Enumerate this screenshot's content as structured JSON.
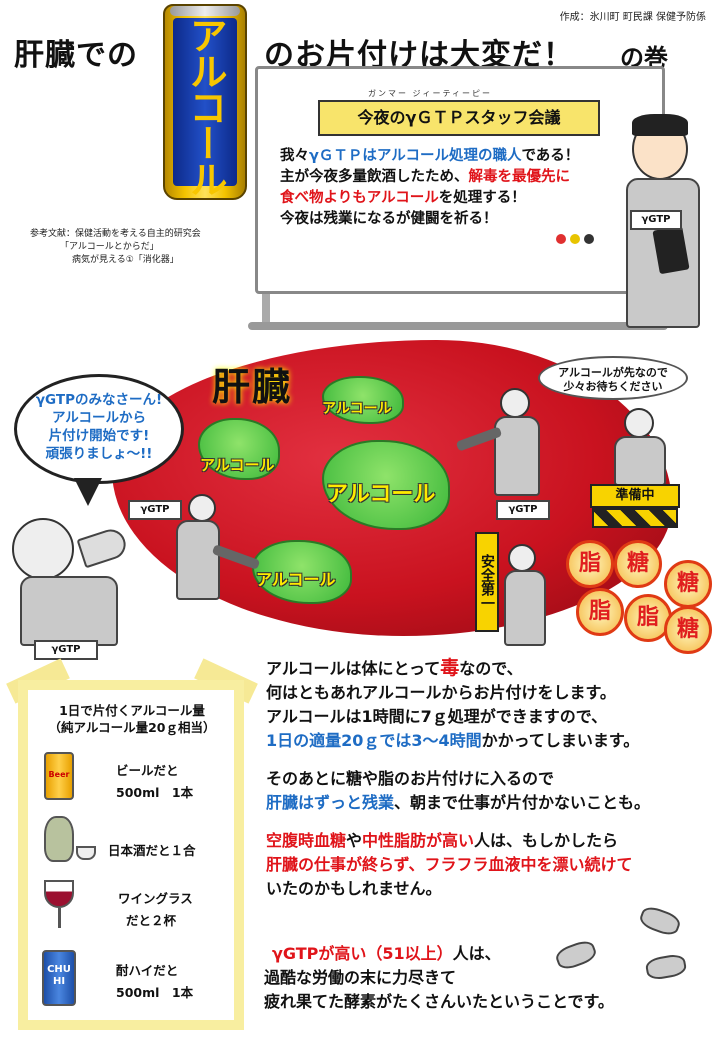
{
  "header": {
    "credit": "作成：氷川町 町民課 保健予防係",
    "title_part1": "肝臓での",
    "can_text": "アルコール",
    "title_part2": "のお片付けは大変だ！",
    "title_part3": "の巻"
  },
  "reference": {
    "line1": "参考文献：保健活動を考える自主的研究会",
    "line2": "「アルコールとからだ」",
    "line3": "病気が見える①「消化器」"
  },
  "whiteboard": {
    "ruby": "ガンマー ジィーティーピー",
    "meeting_title": "今夜のγＧＴＰスタッフ会議",
    "line1_a": "我々",
    "line1_b": "γＧＴＰはアルコール処理の職人",
    "line1_c": "である！",
    "line2_a": "主が今夜多量飲酒したため、",
    "line2_b": "解毒を最優先に",
    "line3_a": "食べ物よりもアルコール",
    "line3_b": "を処理する！",
    "line4": "今夜は残業になるが健闘を祈る！"
  },
  "liver_scene": {
    "liver_label": "肝臓",
    "alcohol_label": "アルコール",
    "speech": [
      "γGTPのみなさーん!",
      "アルコールから",
      "片付け開始です!",
      "頑張りましょ〜!!"
    ],
    "wait_bubble": [
      "アルコールが先なので",
      "少々お待ちください"
    ],
    "sign_ready": "準備中",
    "sign_safety": "安全第一",
    "staff_tag": "γGTP",
    "fat": "脂",
    "sugar": "糖"
  },
  "explanation": {
    "p1_l1_a": "アルコールは体にとって",
    "p1_l1_b": "毒",
    "p1_l1_c": "なので、",
    "p1_l2": "何はともあれアルコールからお片付けをします。",
    "p1_l3": "アルコールは1時間に7ｇ処理ができますので、",
    "p1_l4_a": "1日の適量20ｇでは3～4時間",
    "p1_l4_b": "かかってしまいます。",
    "p2_l1": "そのあとに糖や脂のお片付けに入るので",
    "p2_l2_a": "肝臓はずっと残業",
    "p2_l2_b": "、朝まで仕事が片付かないことも。",
    "p3_l1_a": "空腹時血糖",
    "p3_l1_b": "や",
    "p3_l1_c": "中性脂肪が高い",
    "p3_l1_d": "人は、もしかしたら",
    "p3_l2": "肝臓の仕事が終らず、フラフラ血液中を漂い続けて",
    "p3_l3": "いたのかもしれません。",
    "p4_l1_a": "γGTPが高い（51以上）",
    "p4_l1_b": "人は、",
    "p4_l2": "過酷な労働の末に力尽きて",
    "p4_l3": "疲れ果てた酵素がたくさんいたということです。"
  },
  "amount_box": {
    "heading_l1": "1日で片付くアルコール量",
    "heading_l2": "（純アルコール量20ｇ相当）",
    "beer_can_text": "Beer",
    "chuhi_can_text": "CHU HI",
    "drinks": [
      {
        "line1": "ビールだと",
        "line2": "500ml　1本"
      },
      {
        "line1": "日本酒だと１合",
        "line2": ""
      },
      {
        "line1": "ワイングラス",
        "line2": "だと２杯"
      },
      {
        "line1": "酎ハイだと",
        "line2": "500ml　1本"
      }
    ]
  },
  "colors": {
    "accent_blue": "#1e6cc4",
    "accent_red": "#e0141a",
    "liver_red": "#c9121f",
    "alcohol_green": "#3bb73a",
    "sign_yellow": "#f8d300"
  }
}
